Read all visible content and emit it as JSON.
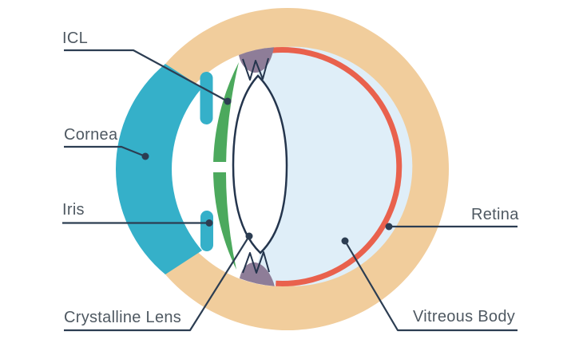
{
  "diagram": {
    "title": "eye-anatomy-with-icl",
    "labels": {
      "icl": "ICL",
      "cornea": "Cornea",
      "iris": "Iris",
      "crystalline_lens": "Crystalline Lens",
      "retina": "Retina",
      "vitreous_body": "Vitreous Body"
    }
  },
  "colors": {
    "background": "#FFFFFF",
    "sclera_tan": "#F1CD9C",
    "cornea_teal": "#35B0C9",
    "iris_teal": "#35B0C9",
    "icl_green": "#4CA95D",
    "retina_red": "#E9614D",
    "vitreous_blue": "#DFEEF8",
    "ciliary_purple": "#8E7D98",
    "lens_fill": "#FFFFFF",
    "outline_navy": "#24354D",
    "leader_line": "#2C3D52",
    "label_text": "#4F5962"
  }
}
